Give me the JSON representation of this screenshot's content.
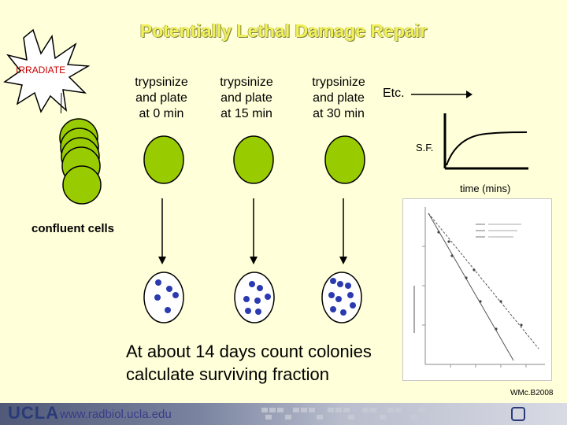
{
  "title": "Potentially Lethal Damage Repair",
  "irradiate_label": "IRRADIATE",
  "steps": [
    {
      "line1": "trypsinize",
      "line2": "and plate",
      "line3": "at 0 min"
    },
    {
      "line1": "trypsinize",
      "line2": "and plate",
      "line3": "at 15 min"
    },
    {
      "line1": "trypsinize",
      "line2": "and plate",
      "line3": "at 30 min"
    }
  ],
  "etc_label": "Etc.",
  "sketch": {
    "ylabel": "S.F.",
    "xlabel": "time (mins)"
  },
  "confluent_label": "confluent cells",
  "bottom_text": {
    "line1": "At about 14 days count colonies",
    "line2": "calculate  surviving fraction"
  },
  "credit": "WMc.B2008",
  "footer": {
    "logo": "UCLA",
    "url": "www.radbiol.ucla.edu"
  },
  "colors": {
    "cell_green": "#99cc00",
    "colony_blue": "#2a3ab0",
    "title_yellow": "#f0f058"
  }
}
